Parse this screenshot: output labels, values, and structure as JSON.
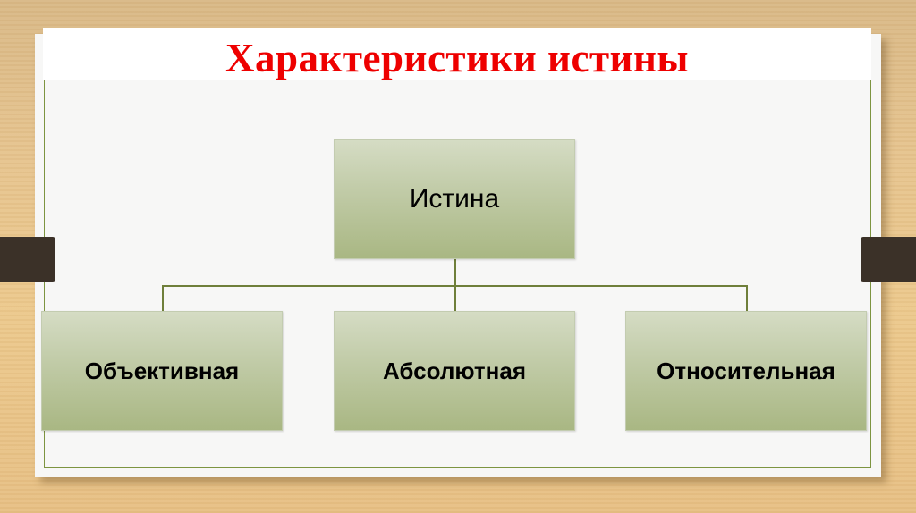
{
  "slide": {
    "title": "Характеристики истины",
    "colors": {
      "title": "#ee0000",
      "node_fill_top": "#d5dcc4",
      "node_fill_bottom": "#a9b783",
      "connector": "#6f7f3a",
      "frame_border": "#7d9440",
      "clip": "#3b3128"
    }
  },
  "diagram": {
    "root": {
      "label": "Истина"
    },
    "children": [
      {
        "label": "Объективная"
      },
      {
        "label": "Абсолютная"
      },
      {
        "label": "Относительная"
      }
    ]
  }
}
